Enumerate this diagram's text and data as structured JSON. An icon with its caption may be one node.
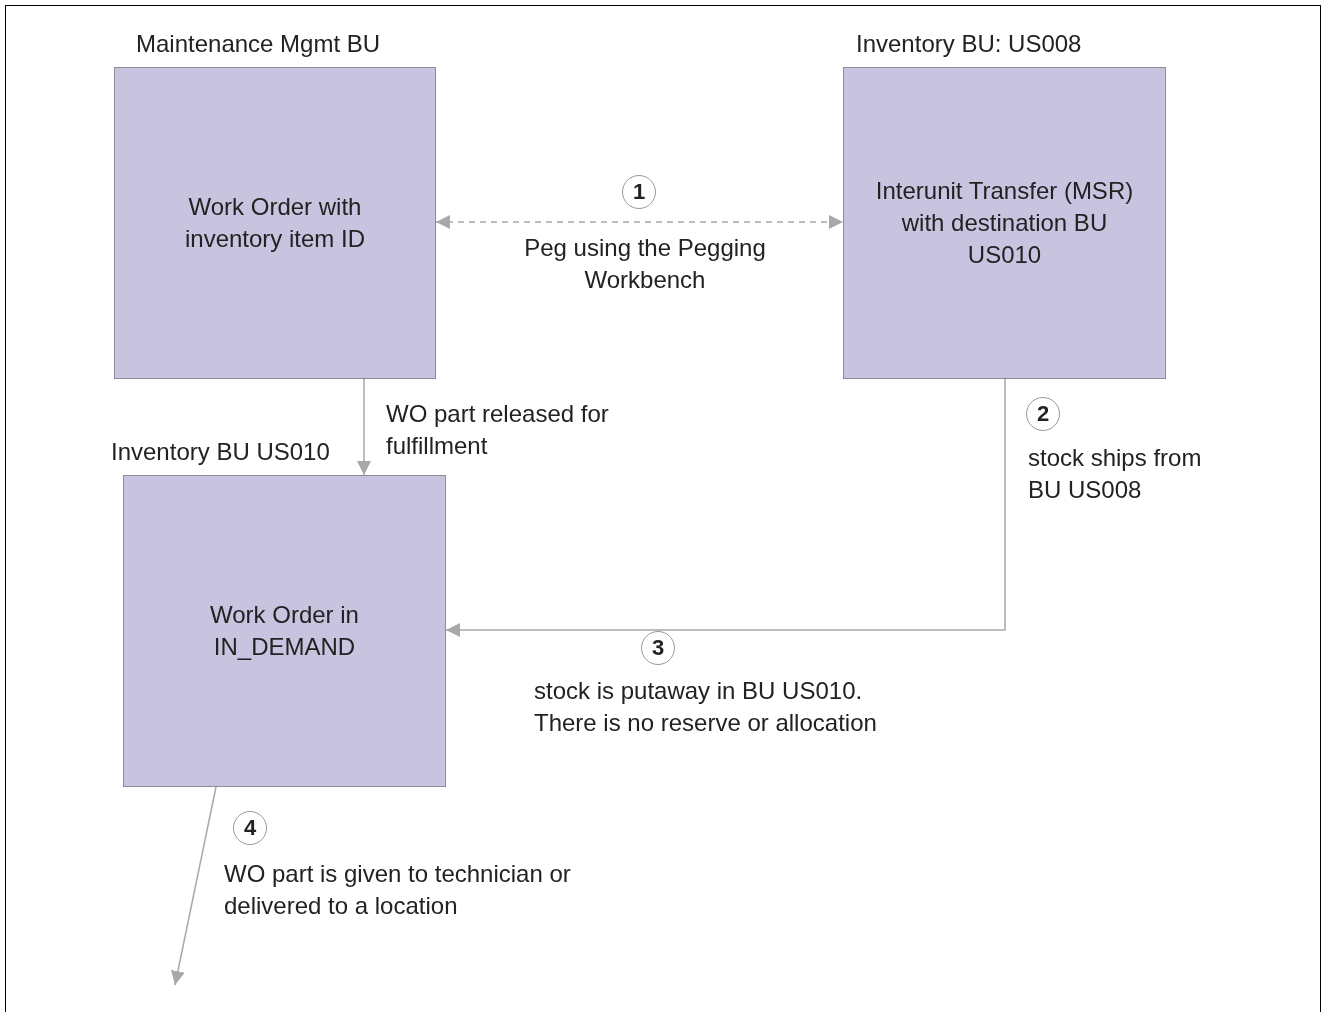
{
  "diagram": {
    "nodes": [
      {
        "text": [
          "Maintenance Mgmt BU",
          "Work Order with inventory item ID"
        ]
      },
      {
        "text": [
          "Inventory BU: US008",
          "Interunit Transfer (MSR) with destination BU US010"
        ]
      },
      {
        "text": [
          "Inventory BU US010",
          "Work Order in IN_DEMAND"
        ]
      }
    ],
    "edges": [
      {
        "from": 0,
        "to": 1,
        "arrow": "both",
        "style": "dashed",
        "label": "Peg using the Pegging Workbench"
      },
      {
        "from": 0,
        "to": 2,
        "arrow": "to",
        "label": "WO part released for fulfillment"
      },
      {
        "from": 1,
        "to": 2,
        "arrow": "to",
        "label": "stock ships from BU US008"
      },
      {
        "from": 2,
        "to": null,
        "arrow": "to",
        "label": "WO part is given to technician or delivered to a location"
      }
    ],
    "labels": [
      "1",
      "2",
      "3",
      "stock is putaway in BU US010. There is no reserve or allocation",
      "4"
    ]
  }
}
